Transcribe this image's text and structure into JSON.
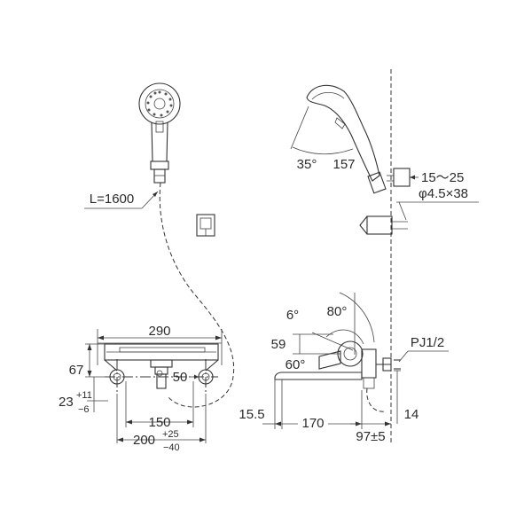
{
  "labels": {
    "hose_length": "L=1600",
    "width_total": "290",
    "height_67": "67",
    "tol_23_base": "23",
    "tol_23_plus": "+11",
    "tol_23_minus": "−6",
    "dim_50": "50",
    "dim_150": "150",
    "pitch_base": "200",
    "pitch_plus": "+25",
    "pitch_minus": "−40",
    "angle_35": "35°",
    "len_157": "157",
    "range_15_25": "15〜25",
    "screw": "φ4.5×38",
    "angle_6": "6°",
    "angle_80": "80°",
    "dim_59": "59",
    "angle_60": "60°",
    "pipe_thread": "PJ1/2",
    "dim_15_5": "15.5",
    "spout_170": "170",
    "dim_14": "14",
    "depth_97": "97±5"
  }
}
